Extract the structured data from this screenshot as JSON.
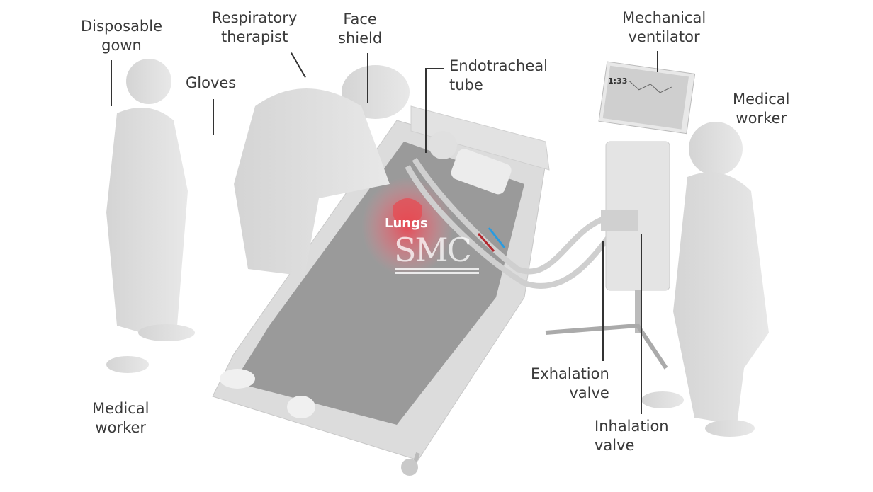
{
  "labels": {
    "disposable_gown": [
      "Disposable",
      "gown"
    ],
    "respiratory_therapist": [
      "Respiratory",
      "therapist"
    ],
    "face_shield": [
      "Face",
      "shield"
    ],
    "gloves": [
      "Gloves"
    ],
    "endotracheal_tube": [
      "Endotracheal",
      "tube"
    ],
    "mechanical_ventilator": [
      "Mechanical",
      "ventilator"
    ],
    "medical_worker_right": [
      "Medical",
      "worker"
    ],
    "medical_worker_left": [
      "Medical",
      "worker"
    ],
    "exhalation_valve": [
      "Exhalation",
      "valve"
    ],
    "inhalation_valve": [
      "Inhalation",
      "valve"
    ],
    "lungs": "Lungs"
  },
  "watermark": "SMC",
  "ventilator_screen": {
    "time": "1:33"
  },
  "colors": {
    "exhale_arrow": "#b3272d",
    "inhale_arrow": "#2a9be0",
    "lungs": "#e8474f"
  }
}
